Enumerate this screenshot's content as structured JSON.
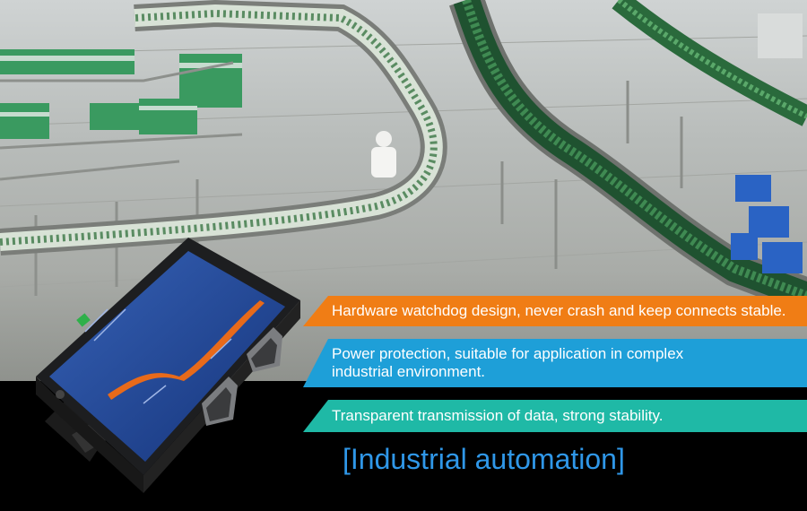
{
  "banners": [
    {
      "text": "Hardware watchdog design, never crash and keep connects stable.",
      "color": "#f07d15"
    },
    {
      "text": "Power protection, suitable for application in complex industrial environment.",
      "color": "#1e9fd8"
    },
    {
      "text": "Transparent transmission of data, strong stability.",
      "color": "#1fb9a6"
    }
  ],
  "title": "[Industrial automation]",
  "title_color": "#2f97e8",
  "icons": {
    "background": "factory-bottling-line-photo",
    "device": "serial-device-server-icon"
  }
}
